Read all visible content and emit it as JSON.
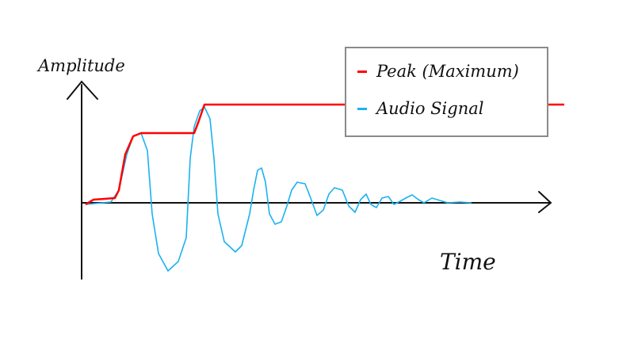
{
  "chart_data": {
    "type": "line",
    "title": "",
    "xlabel": "Time",
    "ylabel": "Amplitude",
    "xlim": [
      0,
      600
    ],
    "ylim": [
      -100,
      170
    ],
    "grid": false,
    "legend_position": "top-right",
    "series": [
      {
        "name": "Peak (Maximum)",
        "color": "#ff0000",
        "points": [
          [
            5,
            -2
          ],
          [
            15,
            4
          ],
          [
            42,
            6
          ],
          [
            47,
            16
          ],
          [
            55,
            61
          ],
          [
            65,
            84
          ],
          [
            75,
            88
          ],
          [
            142,
            88
          ],
          [
            147,
            101
          ],
          [
            155,
            124
          ],
          [
            609,
            124
          ]
        ]
      },
      {
        "name": "Audio Signal",
        "color": "#1ab2f0",
        "points": [
          [
            5,
            -2
          ],
          [
            37,
            1
          ],
          [
            47,
            16
          ],
          [
            57,
            61
          ],
          [
            65,
            84
          ],
          [
            75,
            88
          ],
          [
            83,
            66
          ],
          [
            89,
            -14
          ],
          [
            97,
            -64
          ],
          [
            109,
            -86
          ],
          [
            122,
            -74
          ],
          [
            132,
            -44
          ],
          [
            137,
            56
          ],
          [
            142,
            96
          ],
          [
            149,
            116
          ],
          [
            155,
            121
          ],
          [
            162,
            106
          ],
          [
            167,
            56
          ],
          [
            172,
            -14
          ],
          [
            180,
            -49
          ],
          [
            194,
            -62
          ],
          [
            202,
            -54
          ],
          [
            212,
            -14
          ],
          [
            217,
            16
          ],
          [
            222,
            41
          ],
          [
            227,
            44
          ],
          [
            232,
            26
          ],
          [
            237,
            -14
          ],
          [
            244,
            -27
          ],
          [
            252,
            -24
          ],
          [
            259,
            -4
          ],
          [
            265,
            16
          ],
          [
            272,
            26
          ],
          [
            282,
            24
          ],
          [
            289,
            6
          ],
          [
            297,
            -16
          ],
          [
            305,
            -9
          ],
          [
            312,
            11
          ],
          [
            319,
            19
          ],
          [
            329,
            16
          ],
          [
            337,
            -4
          ],
          [
            345,
            -12
          ],
          [
            352,
            4
          ],
          [
            359,
            11
          ],
          [
            365,
            -2
          ],
          [
            372,
            -6
          ],
          [
            379,
            6
          ],
          [
            387,
            8
          ],
          [
            394,
            -2
          ],
          [
            402,
            2
          ],
          [
            409,
            6
          ],
          [
            417,
            10
          ],
          [
            425,
            4
          ],
          [
            432,
            0
          ],
          [
            442,
            6
          ],
          [
            452,
            3
          ],
          [
            462,
            0
          ],
          [
            477,
            1
          ],
          [
            492,
            0
          ]
        ]
      }
    ]
  }
}
